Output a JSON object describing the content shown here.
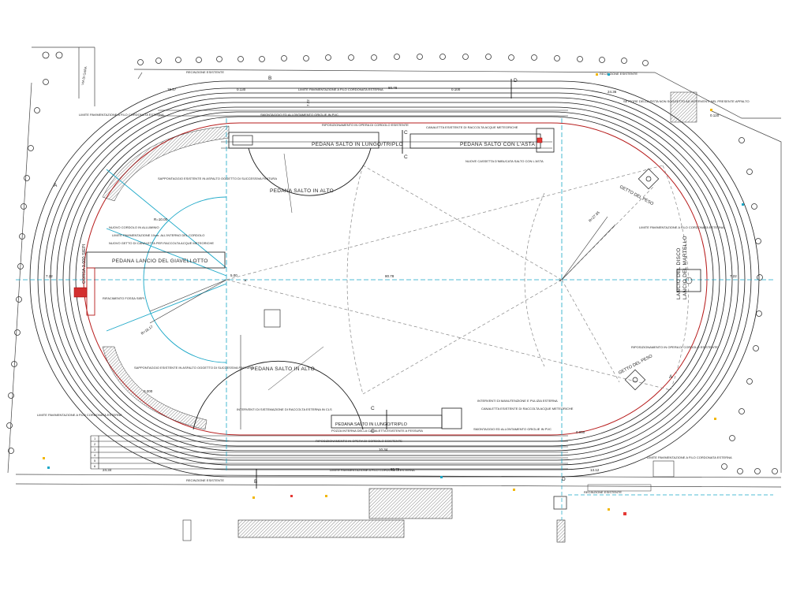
{
  "colors": {
    "background": "#ffffff",
    "linework": "#1a1a1a",
    "grid_axes": "#1aa7c7",
    "kerb_red": "#b71c1c",
    "sector_dash": "#888888"
  },
  "areas": {
    "long_triple_jump_north": "PEDANA SALTO IN LUNGO/TRIPLO",
    "pole_vault": "PEDANA SALTO CON L'ASTA",
    "high_jump_north": "PEDANA SALTO IN ALTO",
    "high_jump_south": "PEDANA SALTO IN ALTO",
    "javelin": "PEDANA LANCIO DEL GIAVELLOTTO",
    "discus_hammer": "LANCIO DEL DISCO",
    "hammer": "LANCIO DEL MARTELLO",
    "shot_put_north": "GETTO DEL PESO",
    "shot_put_south": "GETTO DEL PESO",
    "steeplechase": "CORSA 3.000 SIEPI",
    "long_triple_jump_south": "PEDANA SALTO IN LUNGO/TRIPLO",
    "sector_not_in_contract": "SETTORE DELLA PISTA NON SOGGETTO AD INTERVENTI NEL PRESENTE APPALTO"
  },
  "notes": {
    "fence_north": "RECINZIONE ESISTENTE",
    "fence_north_right": "RECINZIONE ESISTENTE",
    "fence_south": "RECINZIONE ESISTENTE",
    "fence_south_right": "RECINZIONE ESISTENTE",
    "limit_paving_n": "LIMITE PAVIMENTAZIONE A FILO CORDONATA ESTERNA",
    "limit_paving_w": "LIMITE PAVIMENTAZIONE A FILO CORDONATA ESTERNA",
    "limit_paving_sw": "LIMITE PAVIMENTAZIONE A FILO CORDONATA ESTERNA",
    "limit_paving_s": "LIMITE PAVIMENTAZIONE A FILO CORDONATA ESTERNA",
    "limit_paving_se": "LIMITE PAVIMENTAZIONE A FILO CORDONATA ESTERNA",
    "limit_paving_e": "LIMITE PAVIMENTAZIONE A FILO CORDONATA ESTERNA",
    "limit_paving_inner": "LIMITE PAVIMENTAZIONE 10cm. ALL'INTERNO DEL CORDOLO",
    "dismantle_n": "SMONTAGGIO ED ALLONTAMENTO GRIGLIE IN PVC",
    "dismantle_s": "SMONTAGGIO ED ALLONTAMENTO GRIGLIE IN PVC",
    "restore_n": "RIPOSIZIONAMENTO IN OPERA DI CORDOLO ESISTENTE",
    "restore_s": "RIPOSIZIONAMENTO IN OPERA DI CORDOLO ESISTENTE",
    "restore_e": "RIPOSIZIONAMENTO IN OPERA DI CORDOLO ESISTENTE",
    "channel_n": "CANALETTA ESISTENTE DI RACCOLTA ACQUE METEORICHE",
    "channel_s": "CANALETTA ESISTENTE DI RACCOLTA ACQUE METEORICHE",
    "maintenance_s": "INTERVENTI DI MANUTENZIONE E PULIZIA ESTERNA",
    "pole_box": "NUOVE CASSETTA D'IMBUCATA SALTO CON L'ASTA",
    "kerb_w1": "NUOVO CORDOLO IN ALLUMINIO",
    "kerb_w2": "NUOVO GETTO DI CANALETTA PER RACCOLTA ACQUE METEORICHE",
    "kerb_w3": "RIFACIMENTO FOSSA SIEPI",
    "asphalt_w": "SAPPONTAGGIO ESISTENTE IN ASFALTO OGGETTO DI SUCCESSIVA FINITURA",
    "asphalt_sw": "SAPPONTAGGIO ESISTENTE IN ASFALTO OGGETTO DI SUCCESSIVA FINITURA",
    "gutter_clean": "POZZA INTERNA DELLA CANALETTA ESISTENTE A FESSURA",
    "replace_s": "INTERVENTI DI SISTEMAZIONE DI RACCOLTA ESTERNA IN CLS",
    "road_label": "VIA DI GARA"
  },
  "dimensions": {
    "main_axis": "80.78",
    "offset_w": "5.00",
    "width_top": "7.22",
    "width_right": "7.22",
    "width_left": "7.22",
    "north_top": "80.78",
    "north_w": "15.57",
    "north_e": "24.36",
    "south_w": "24.34",
    "south_e": "13.12",
    "south_mid": "80.76",
    "south_bottom": "10.34",
    "radius1": "R=27.65",
    "radius2": "R=18.17",
    "radius3": "R=10.00",
    "levels_1": "0.130",
    "levels_2": "0.100",
    "levels_3": "0.050",
    "levels_4": "0.200",
    "levels_5": "0.120"
  },
  "markers": {
    "B_n": "B",
    "B_s": "B",
    "C_n1": "C",
    "C_n2": "C",
    "C_s1": "C",
    "C_s2": "C",
    "D_n": "D",
    "D_s": "D",
    "A_e": "A",
    "A_w": "A"
  },
  "lane_numbers": [
    "1",
    "2",
    "3",
    "4",
    "5",
    "6"
  ]
}
